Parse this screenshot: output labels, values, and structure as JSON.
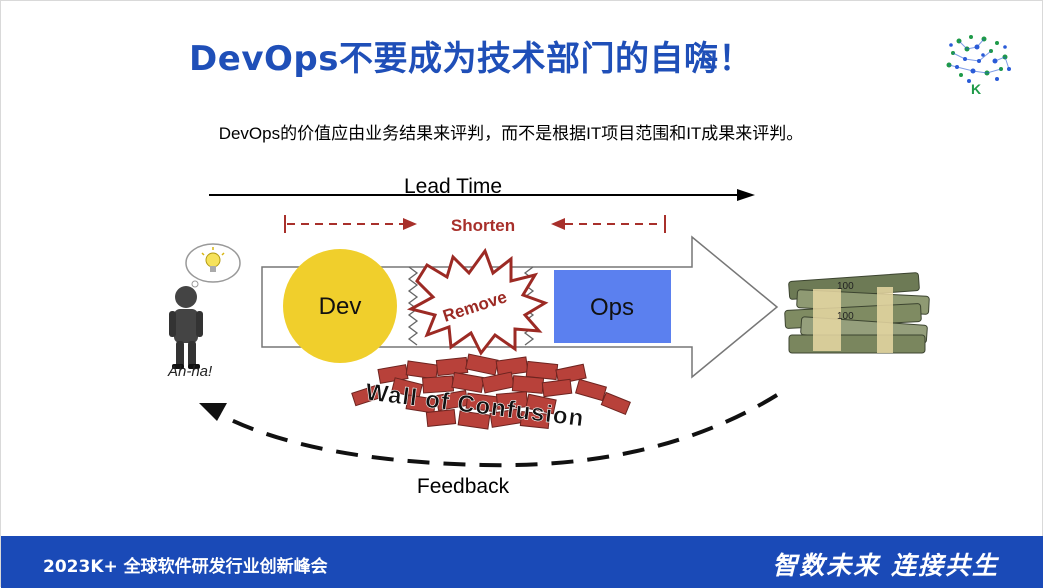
{
  "slide": {
    "title": "DevOps不要成为技术部门的自嗨！",
    "subtitle": "DevOps的价值应由业务结果来评判，而不是根据IT项目范围和IT成果来评判。",
    "logo_letter": "K"
  },
  "diagram": {
    "lead_time": "Lead Time",
    "shorten": "Shorten",
    "dev": "Dev",
    "ops": "Ops",
    "remove": "Remove",
    "ah_ha": "Ah-ha!",
    "wall": "Wall of Confusion",
    "feedback": "Feedback"
  },
  "footer": {
    "event": "2023K+ 全球软件研发行业创新峰会",
    "slogan": "智数未来 连接共生"
  },
  "colors": {
    "title": "#1f4fb8",
    "footer_bg": "#1a4ab7",
    "dev_circle": "#f0cf2c",
    "ops_box": "#5b80ef",
    "dashed_red": "#a8302b",
    "brick": "#b8413a"
  }
}
